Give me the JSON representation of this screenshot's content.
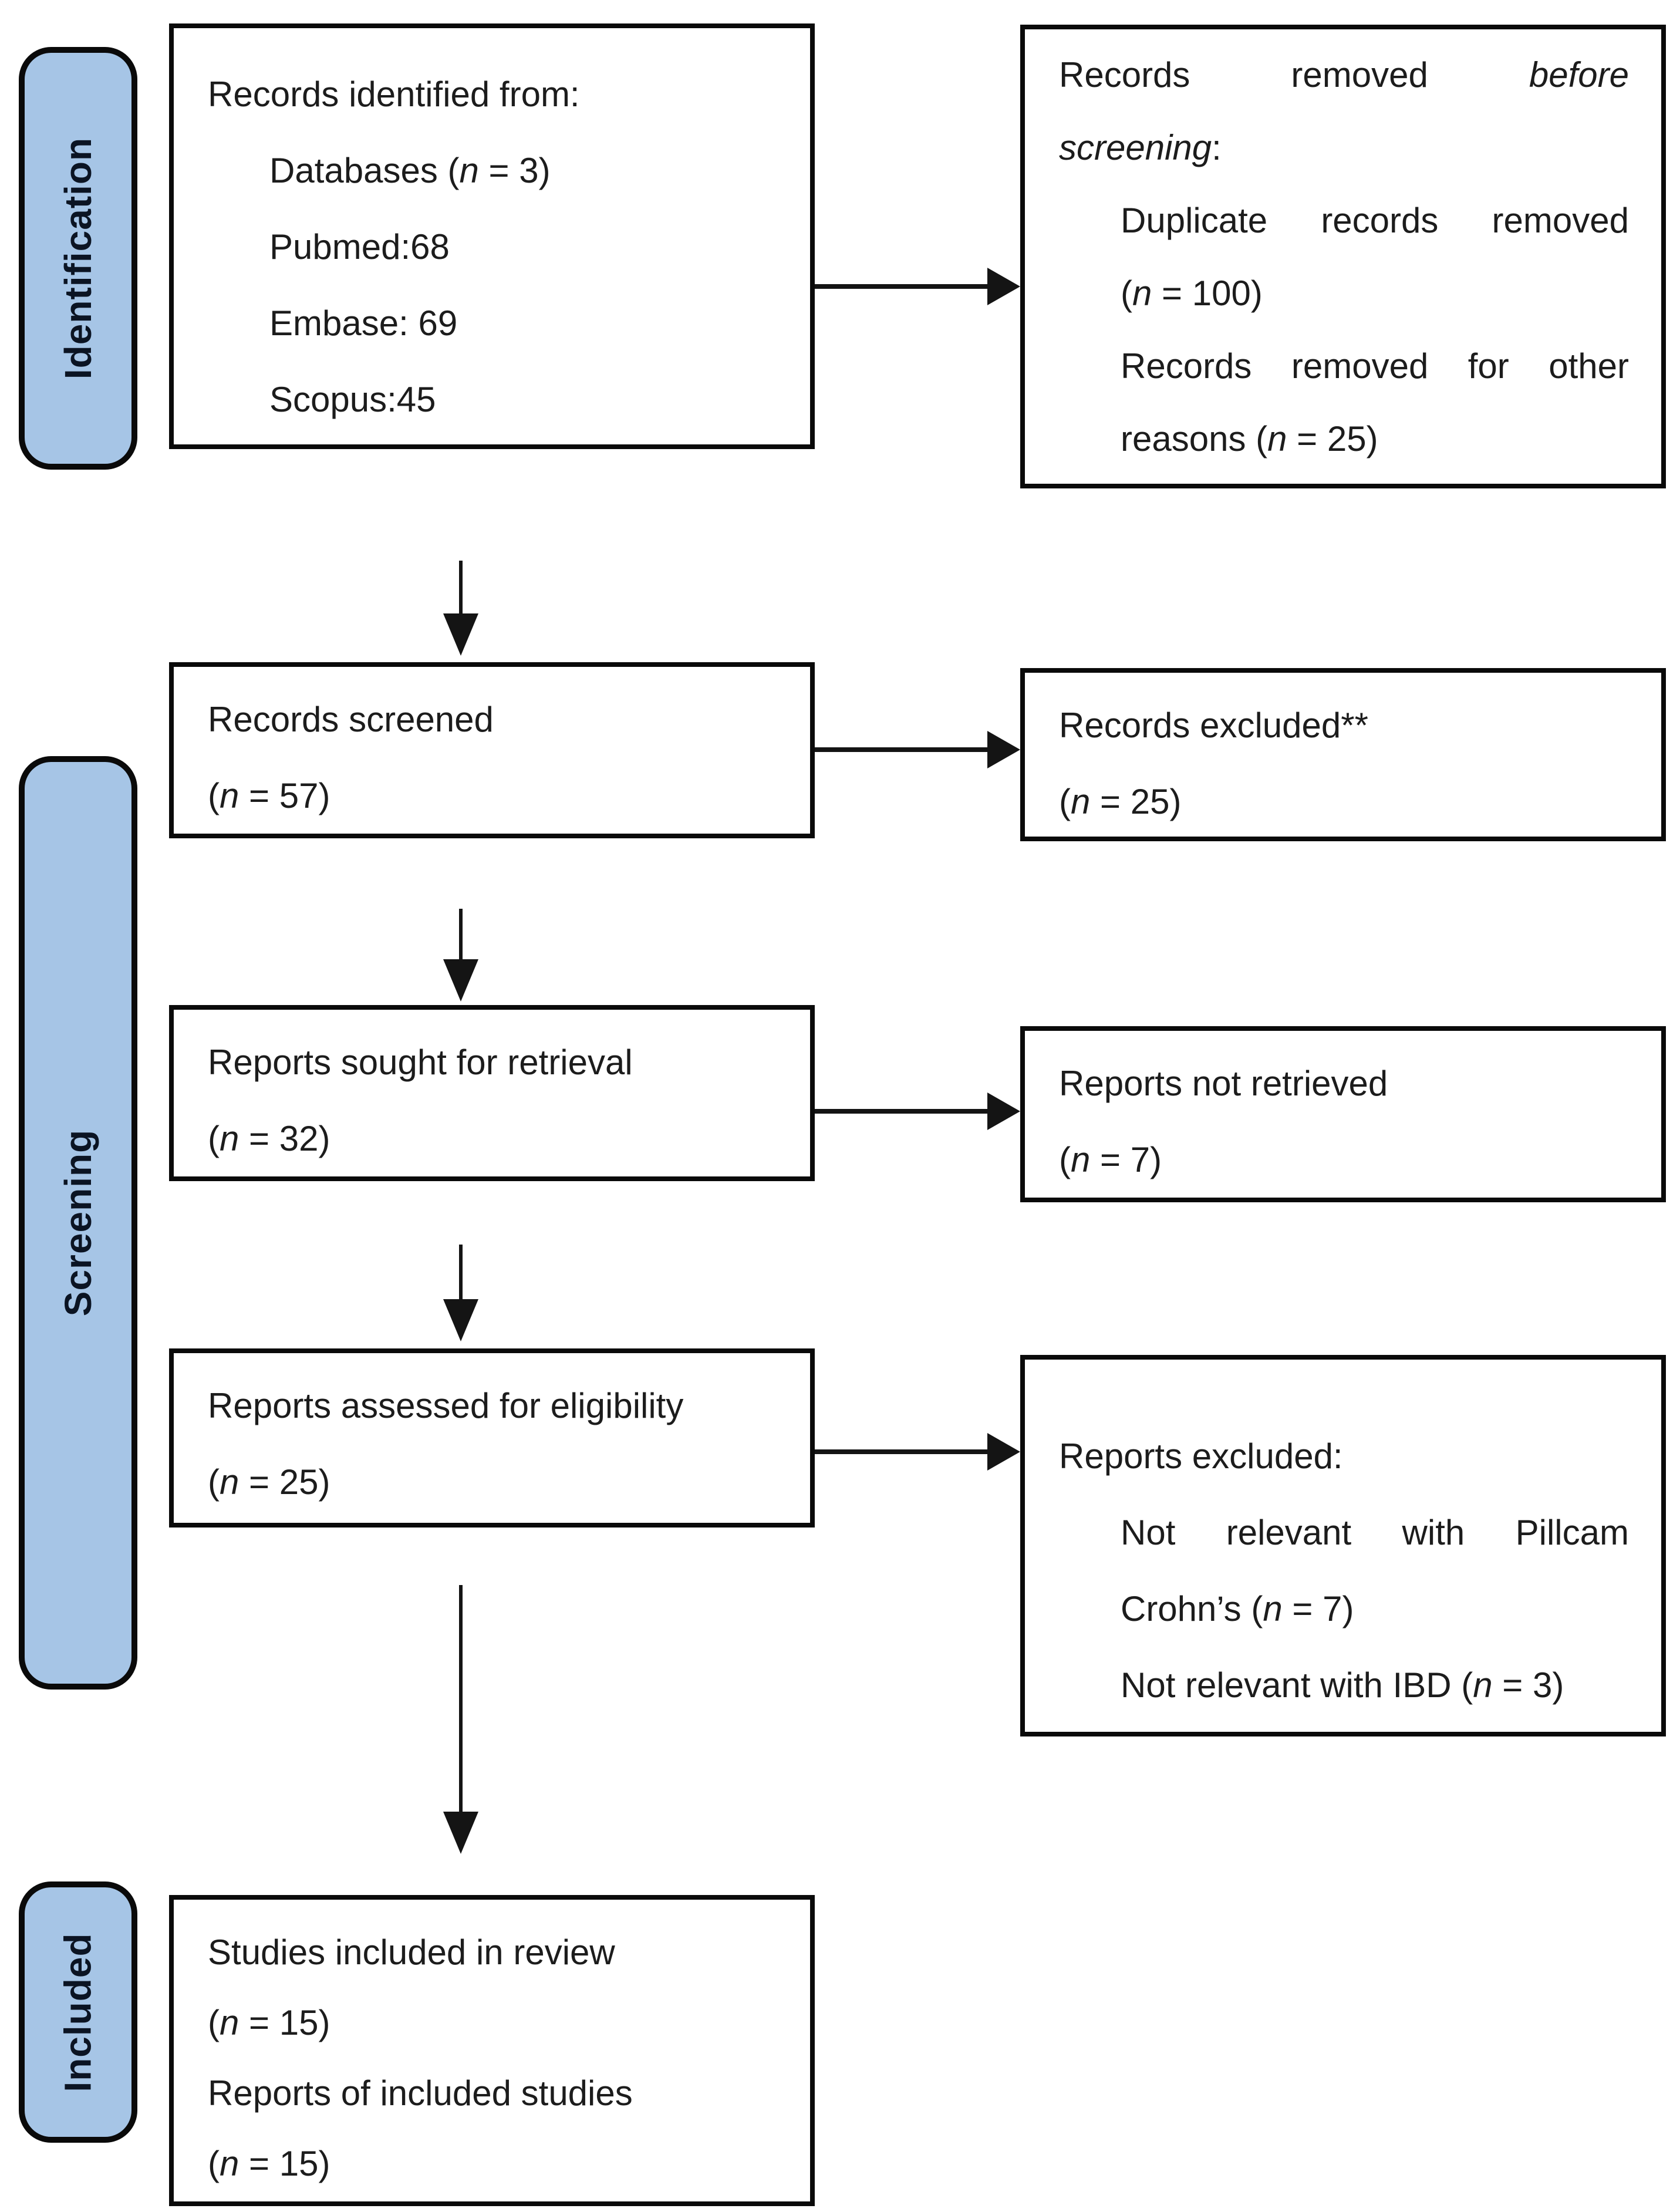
{
  "diagram": {
    "kind": "PRISMA flow diagram"
  },
  "colors": {
    "stage_pill_fill": "#A6C5E6",
    "stage_pill_border": "#0a0a0a",
    "box_border": "#0a0a0a",
    "text": "#1c1c1c",
    "arrow": "#141414"
  },
  "sidebar": {
    "stages": [
      {
        "label": "Identification"
      },
      {
        "label": "Screening"
      },
      {
        "label": "Included"
      }
    ]
  },
  "boxes": {
    "identified": {
      "lines": [
        [
          {
            "text": "Records identified from:"
          }
        ],
        [
          {
            "text": "Databases ("
          },
          {
            "text": "n",
            "italic": true
          },
          {
            "text": " = 3)"
          }
        ],
        [
          {
            "text": "Pubmed:68"
          }
        ],
        [
          {
            "text": "Embase: 69"
          }
        ],
        [
          {
            "text": "Scopus:45"
          }
        ]
      ]
    },
    "removed_before_screening": {
      "lines": [
        [
          {
            "text": "Records removed "
          },
          {
            "text": "before",
            "italic": true
          }
        ],
        [
          {
            "text": "screening",
            "italic": true
          },
          {
            "text": ":"
          }
        ],
        [
          {
            "text": "Duplicate records removed"
          }
        ],
        [
          {
            "text": "("
          },
          {
            "text": "n",
            "italic": true
          },
          {
            "text": " = 100)"
          }
        ],
        [
          {
            "text": "Records removed for other"
          }
        ],
        [
          {
            "text": "reasons ("
          },
          {
            "text": "n",
            "italic": true
          },
          {
            "text": " = 25)"
          }
        ]
      ]
    },
    "screened": {
      "lines": [
        [
          {
            "text": "Records screened"
          }
        ],
        [
          {
            "text": "("
          },
          {
            "text": "n",
            "italic": true
          },
          {
            "text": " = 57)"
          }
        ]
      ]
    },
    "records_excluded": {
      "lines": [
        [
          {
            "text": "Records excluded**"
          }
        ],
        [
          {
            "text": "("
          },
          {
            "text": "n",
            "italic": true
          },
          {
            "text": " = 25)"
          }
        ]
      ]
    },
    "sought": {
      "lines": [
        [
          {
            "text": "Reports sought for retrieval"
          }
        ],
        [
          {
            "text": "("
          },
          {
            "text": "n",
            "italic": true
          },
          {
            "text": " = 32)"
          }
        ]
      ]
    },
    "not_retrieved": {
      "lines": [
        [
          {
            "text": "Reports not retrieved"
          }
        ],
        [
          {
            "text": "("
          },
          {
            "text": "n",
            "italic": true
          },
          {
            "text": " = 7)"
          }
        ]
      ]
    },
    "assessed": {
      "lines": [
        [
          {
            "text": "Reports assessed for eligibility"
          }
        ],
        [
          {
            "text": "("
          },
          {
            "text": "n",
            "italic": true
          },
          {
            "text": " = 25)"
          }
        ]
      ]
    },
    "reports_excluded": {
      "lines": [
        [
          {
            "text": "Reports excluded:"
          }
        ],
        [
          {
            "text": "Not relevant with Pillcam"
          }
        ],
        [
          {
            "text": "Crohn’s ("
          },
          {
            "text": "n",
            "italic": true
          },
          {
            "text": " = 7)"
          }
        ],
        [
          {
            "text": "Not relevant with IBD ("
          },
          {
            "text": "n",
            "italic": true
          },
          {
            "text": " = 3)"
          }
        ]
      ]
    },
    "included": {
      "lines": [
        [
          {
            "text": "Studies included in review"
          }
        ],
        [
          {
            "text": "("
          },
          {
            "text": "n",
            "italic": true
          },
          {
            "text": " = 15)"
          }
        ],
        [
          {
            "text": "Reports of included studies"
          }
        ],
        [
          {
            "text": "("
          },
          {
            "text": "n",
            "italic": true
          },
          {
            "text": " = 15)"
          }
        ]
      ]
    }
  }
}
